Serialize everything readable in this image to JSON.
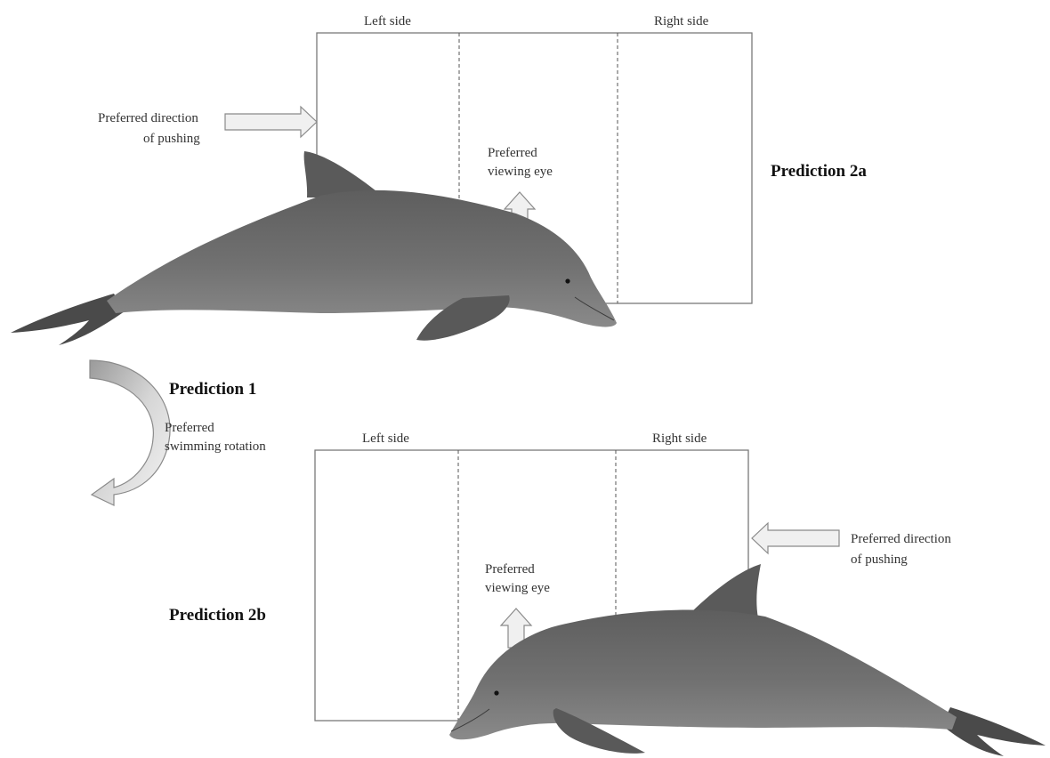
{
  "top": {
    "left_side": "Left side",
    "right_side": "Right side",
    "push_label_line1": "Preferred direction",
    "push_label_line2": "of pushing",
    "eye_label_line1": "Preferred",
    "eye_label_line2": "viewing eye",
    "prediction": "Prediction 2a"
  },
  "middle": {
    "prediction": "Prediction 1",
    "rotation_label_line1": "Preferred",
    "rotation_label_line2": "swimming rotation"
  },
  "bottom": {
    "left_side": "Left side",
    "right_side": "Right side",
    "push_label_line1": "Preferred direction",
    "push_label_line2": "of pushing",
    "eye_label_line1": "Preferred",
    "eye_label_line2": "viewing eye",
    "prediction": "Prediction 2b"
  },
  "colors": {
    "dolphin_body": "#6b6b6b",
    "dolphin_dark": "#4a4a4a",
    "arrow_fill": "#f0f0f0",
    "arrow_stroke": "#8a8a8a",
    "panel_stroke": "#7a7a7a"
  }
}
